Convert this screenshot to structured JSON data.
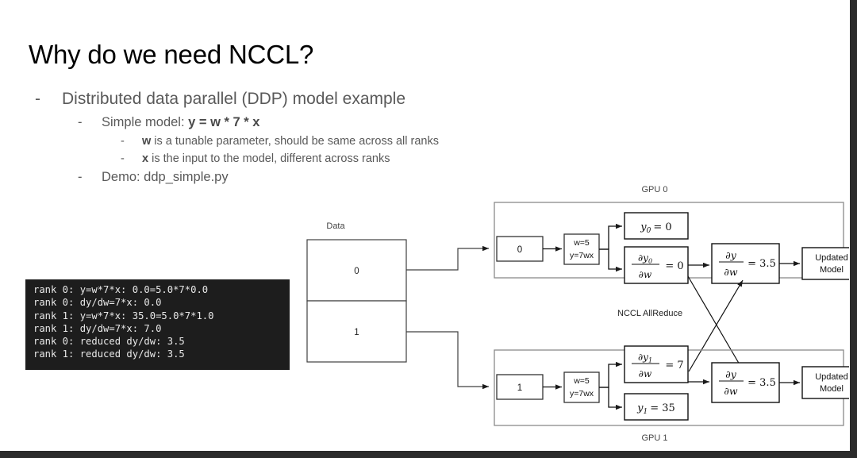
{
  "slide": {
    "title": "Why do we need NCCL?",
    "bullets": [
      {
        "level": 1,
        "dash": "-",
        "text": "Distributed data parallel (DDP) model example"
      },
      {
        "level": 2,
        "dash": "-",
        "pre": "Simple model: ",
        "bold": "y = w * 7 * x",
        "post": ""
      },
      {
        "level": 3,
        "dash": "-",
        "pre": "",
        "bold": "w",
        "post": " is a tunable parameter, should be same across all ranks"
      },
      {
        "level": 3,
        "dash": "-",
        "pre": "",
        "bold": "x",
        "post": " is the input to the model, different across ranks"
      },
      {
        "level": 2,
        "dash": "-",
        "pre": "Demo: ddp_simple.py",
        "bold": "",
        "post": ""
      }
    ]
  },
  "terminal": {
    "lines": [
      "rank 0: y=w*7*x: 0.0=5.0*7*0.0",
      "rank 0: dy/dw=7*x: 0.0",
      "rank 1: y=w*7*x: 35.0=5.0*7*1.0",
      "rank 1: dy/dw=7*x: 7.0",
      "rank 0: reduced dy/dw: 3.5",
      "rank 1: reduced dy/dw: 3.5"
    ],
    "background": "#1d1d1d",
    "foreground": "#e8e8e8"
  },
  "diagram": {
    "data_label": "Data",
    "data_cells": [
      "0",
      "1"
    ],
    "gpu0_label": "GPU 0",
    "gpu1_label": "GPU 1",
    "allreduce_label": "NCCL AllReduce",
    "gpu0": {
      "input": "0",
      "model_line1": "w=5",
      "model_line2": "y=7wx",
      "forward_num": "y",
      "forward_sub": "0",
      "forward_eq": "= 0",
      "grad_num_top": "∂y",
      "grad_num_sub": "0",
      "grad_den": "∂w",
      "grad_eq": "= 0",
      "reduced_num": "∂y",
      "reduced_den": "∂w",
      "reduced_eq": "= 3.5",
      "updated_line1": "Updated",
      "updated_line2": "Model"
    },
    "gpu1": {
      "input": "1",
      "model_line1": "w=5",
      "model_line2": "y=7wx",
      "forward_num": "y",
      "forward_sub": "1",
      "forward_eq": "= 35",
      "grad_num_top": "∂y",
      "grad_num_sub": "1",
      "grad_den": "∂w",
      "grad_eq": "= 7",
      "reduced_num": "∂y",
      "reduced_den": "∂w",
      "reduced_eq": "= 3.5",
      "updated_line1": "Updated",
      "updated_line2": "Model"
    },
    "colors": {
      "box_stroke": "#000000",
      "container_stroke": "#808080",
      "connector": "#404040",
      "label_text": "#444444"
    }
  }
}
